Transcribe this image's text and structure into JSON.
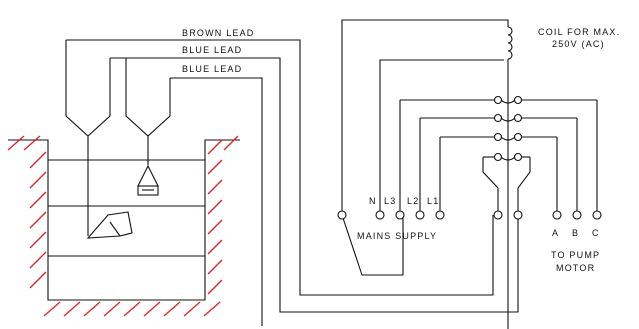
{
  "diagram": {
    "leads": {
      "brown": "BROWN LEAD",
      "blue_1": "BLUE LEAD",
      "blue_2": "BLUE LEAD"
    },
    "coil": {
      "line1": "COIL FOR MAX.",
      "line2": "250V (AC)"
    },
    "mains": {
      "terminals": [
        "N",
        "L3",
        "L2",
        "L1"
      ],
      "label": "MAINS SUPPLY"
    },
    "motor": {
      "terminals": [
        "A",
        "B",
        "C"
      ],
      "line1": "TO PUMP",
      "line2": "MOTOR"
    },
    "colors": {
      "hatch": "#dd2222",
      "line": "#111111"
    }
  }
}
